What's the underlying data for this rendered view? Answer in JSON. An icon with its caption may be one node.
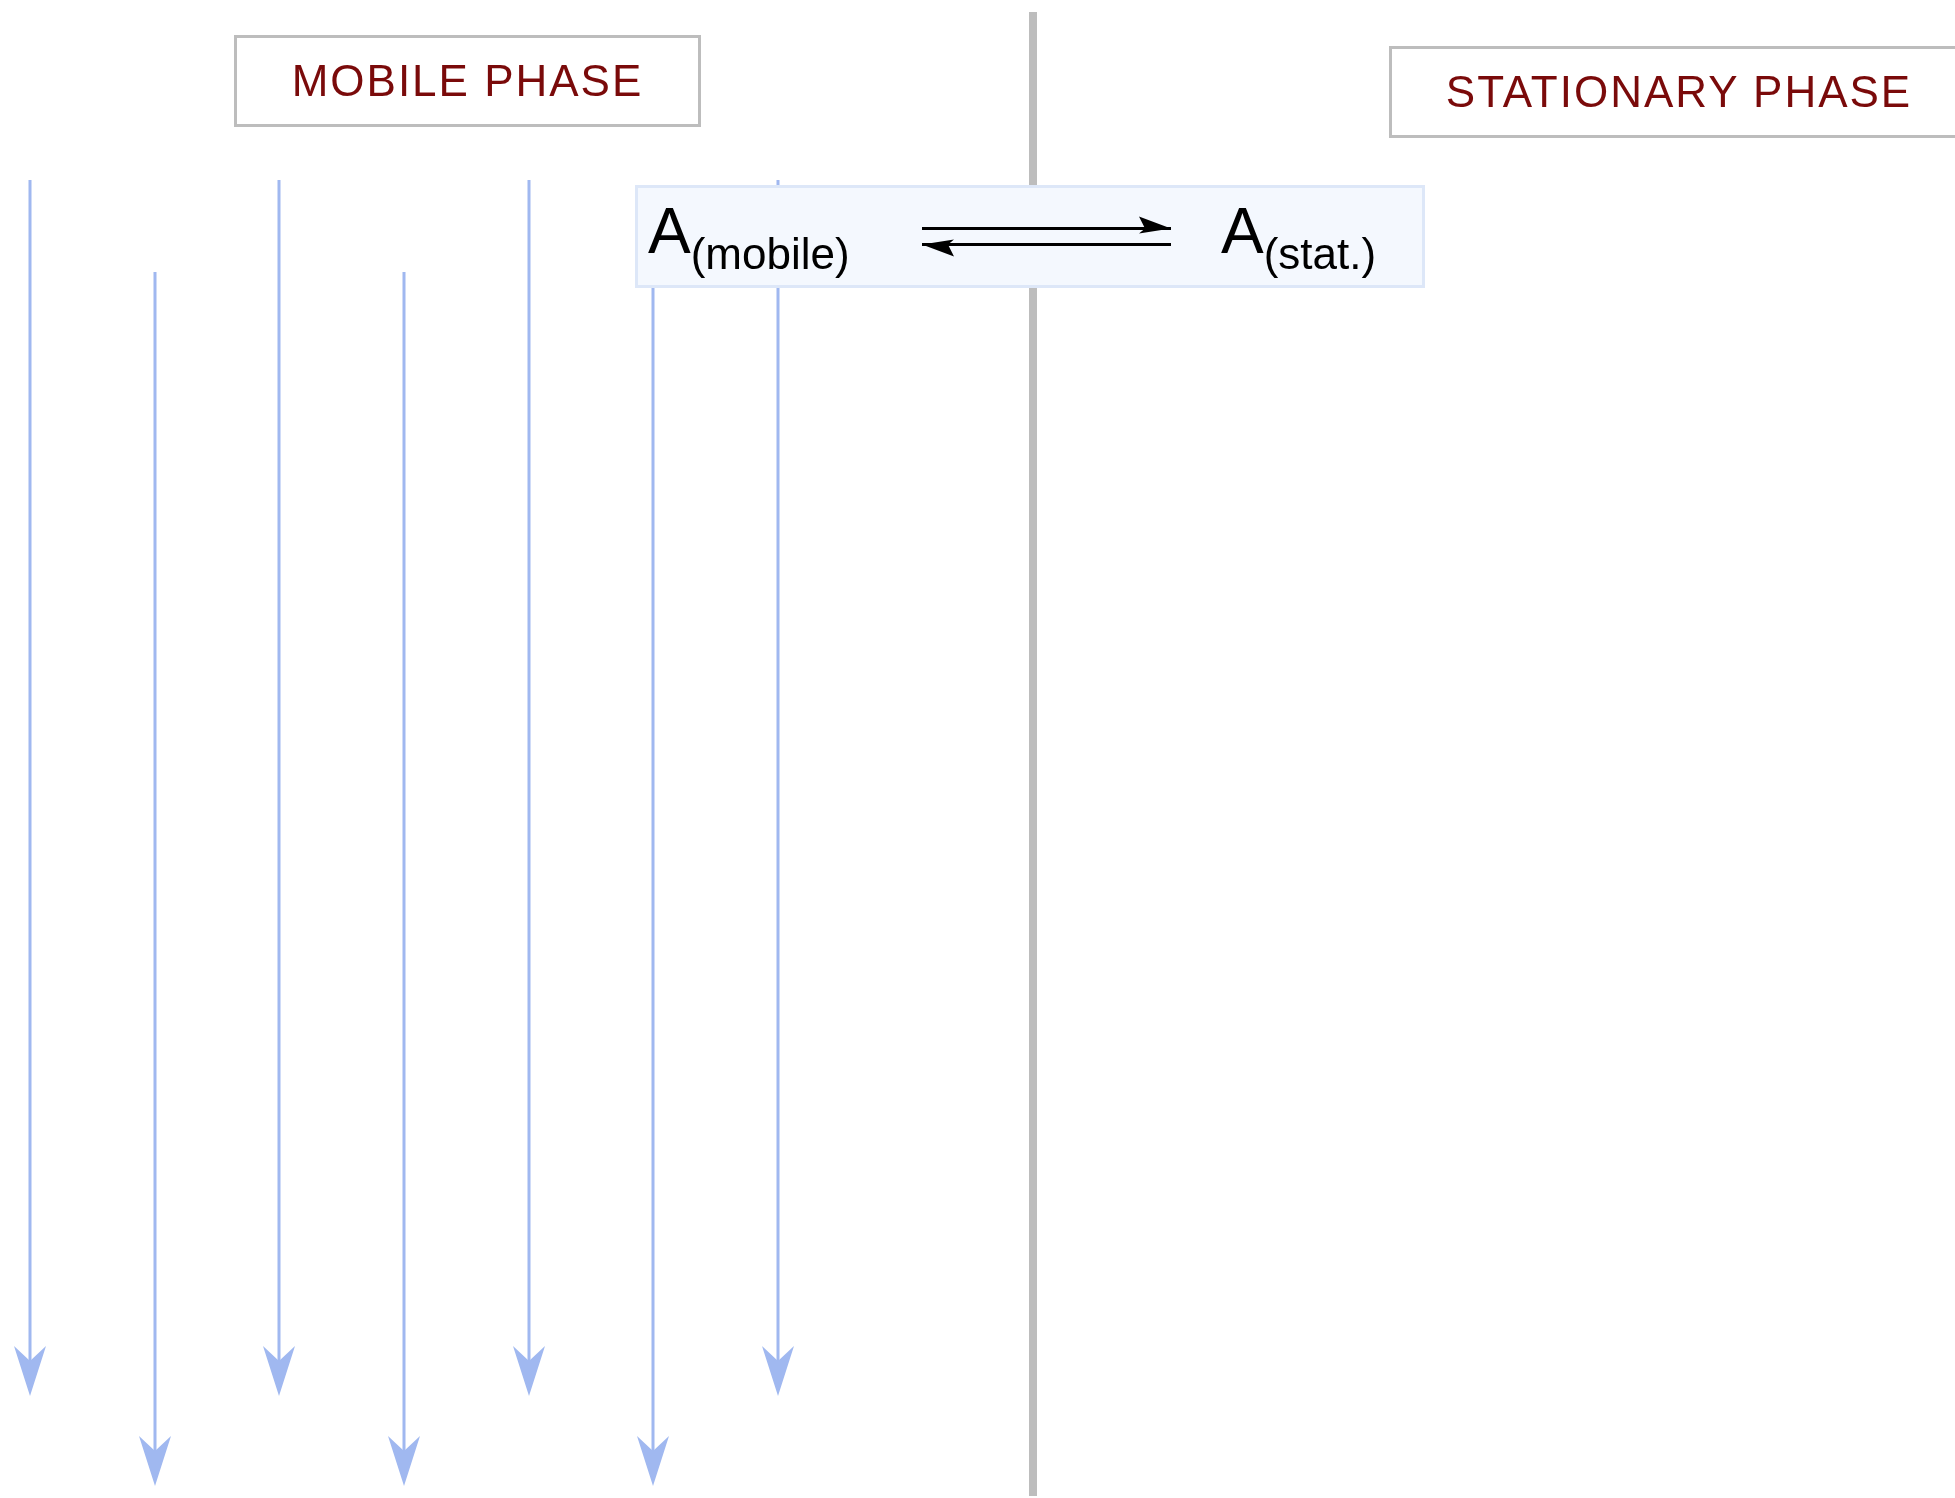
{
  "diagram": {
    "nodes": [
      {
        "text": [
          "MOBILE PHASE"
        ]
      },
      {
        "text": [
          "STATIONARY PHASE"
        ]
      },
      {
        "text": [],
        "shape": "box"
      },
      {
        "text": [
          "A$_{(mobile)}$"
        ],
        "in": 2
      },
      {
        "text": [
          "A$_{(stat.)}$"
        ],
        "in": 2
      }
    ],
    "edges": [
      {
        "from": 3,
        "to": 4,
        "arrow": "to"
      },
      {
        "from": 4,
        "to": 3,
        "arrow": "to"
      }
    ]
  }
}
